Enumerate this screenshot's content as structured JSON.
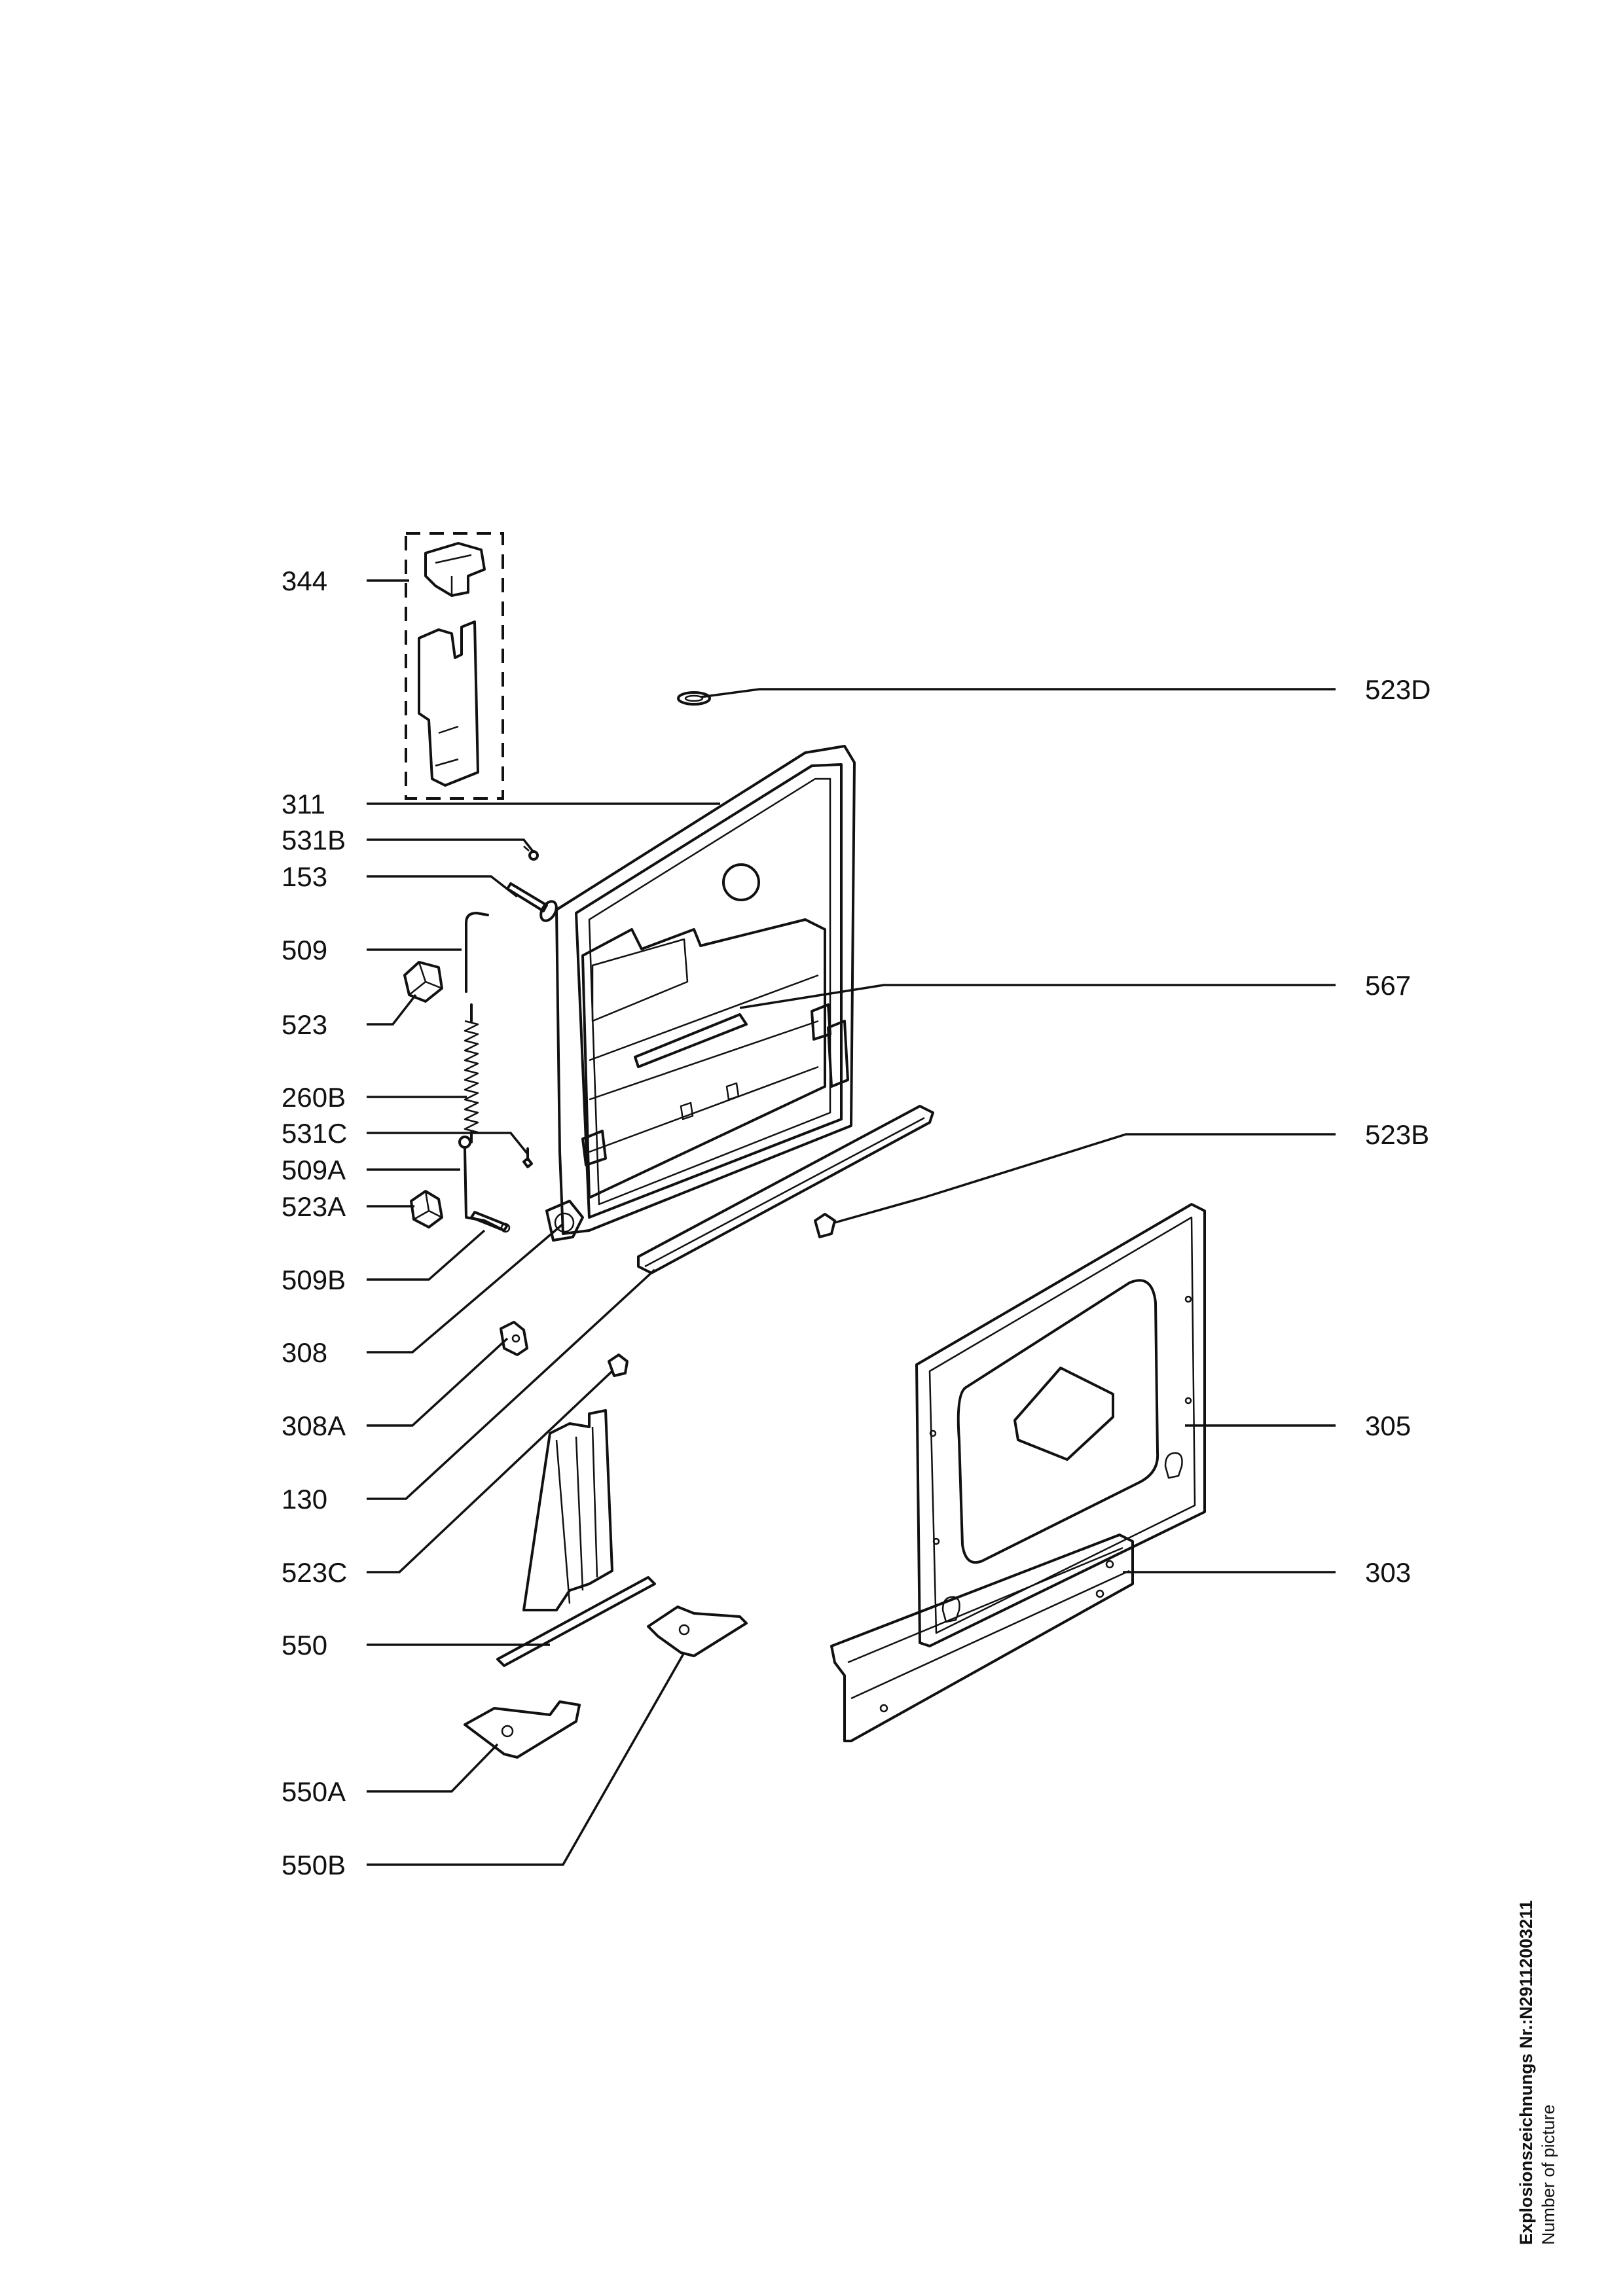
{
  "callouts": {
    "c344": "344",
    "c523D": "523D",
    "c311": "311",
    "c531B": "531B",
    "c153": "153",
    "c509": "509",
    "c567": "567",
    "c523": "523",
    "c260B": "260B",
    "c531C": "531C",
    "c523B": "523B",
    "c509A": "509A",
    "c523A": "523A",
    "c509B": "509B",
    "c308": "308",
    "c308A": "308A",
    "c305": "305",
    "c130": "130",
    "c523C": "523C",
    "c303": "303",
    "c550": "550",
    "c550A": "550A",
    "c550B": "550B"
  },
  "footer": {
    "drawing_number": "Explosionszeichnungs Nr.:N29112003211",
    "subtitle": "Number of picture"
  }
}
